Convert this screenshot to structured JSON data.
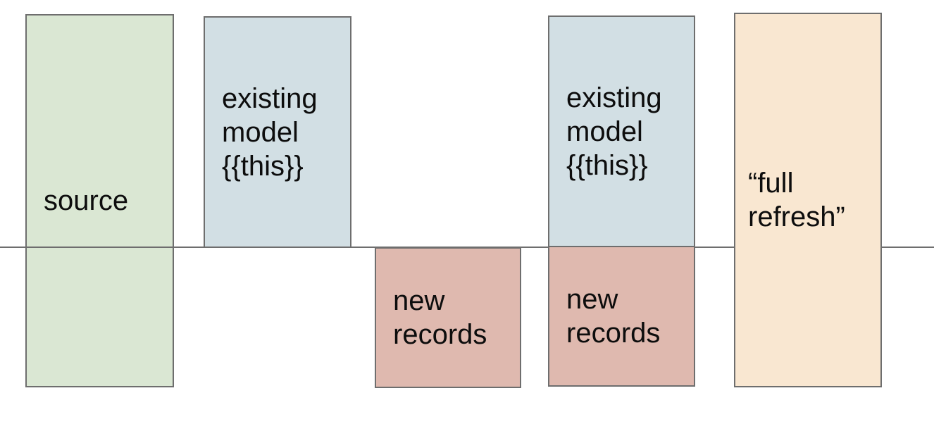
{
  "canvas": {
    "background": "#ffffff"
  },
  "colors": {
    "box_border": "#6e6e6e",
    "divider_line": "#6e6e6e",
    "text": "#0d0d0d",
    "source_fill": "#dae7d3",
    "existing_model_fill": "#d2dfe4",
    "new_records_fill": "#dfb9af",
    "full_refresh_fill": "#f9e7d1"
  },
  "boxes": {
    "source": {
      "label": "source",
      "fill": "#dae7d3"
    },
    "existing_model_1": {
      "label": "existing\nmodel\n{{this}}",
      "fill": "#d2dfe4"
    },
    "new_records_1": {
      "label": "new\nrecords",
      "fill": "#dfb9af"
    },
    "existing_model_2": {
      "label": "existing\nmodel\n{{this}}",
      "fill": "#d2dfe4"
    },
    "new_records_2": {
      "label": "new\nrecords",
      "fill": "#dfb9af"
    },
    "full_refresh": {
      "label": "“full\nrefresh”",
      "fill": "#f9e7d1"
    }
  }
}
